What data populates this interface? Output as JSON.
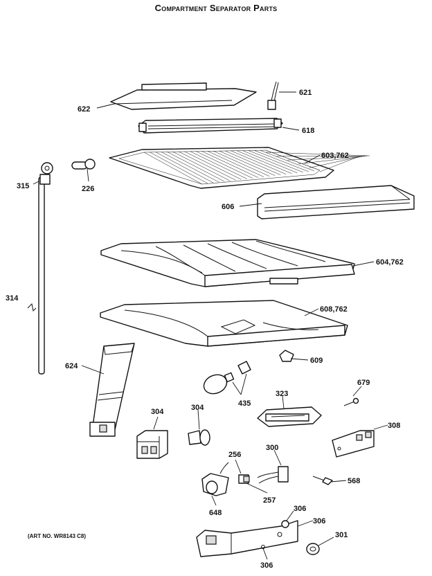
{
  "title": "Compartment Separator Parts",
  "art_no": "(ART NO. WR8143 C8)",
  "callouts": {
    "c621": "621",
    "c622": "622",
    "c618": "618",
    "c603": "603,762",
    "c315": "315",
    "c226": "226",
    "c606": "606",
    "c604": "604,762",
    "c314": "314",
    "c608": "608,762",
    "c624": "624",
    "c609": "609",
    "c679": "679",
    "c435": "435",
    "c323": "323",
    "c304a": "304",
    "c304b": "304",
    "c308": "308",
    "c256": "256",
    "c300": "300",
    "c568": "568",
    "c257": "257",
    "c648": "648",
    "c306a": "306",
    "c306b": "306",
    "c306c": "306",
    "c301": "301"
  }
}
